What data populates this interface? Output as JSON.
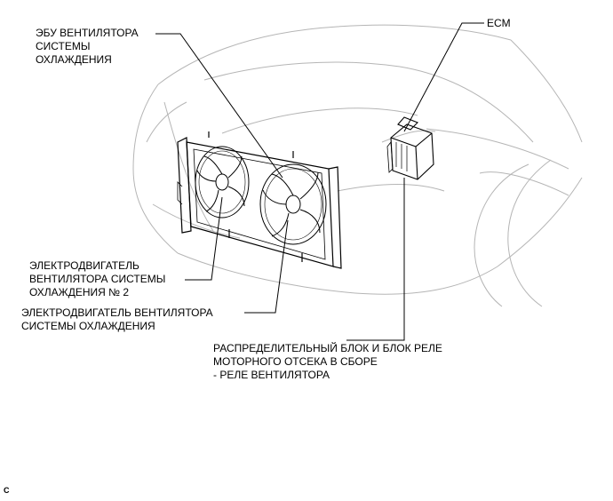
{
  "labels": {
    "fan_ecu": [
      "ЭБУ ВЕНТИЛЯТОРА",
      "СИСТЕМЫ",
      "ОХЛАЖДЕНИЯ"
    ],
    "ecm": "ECM",
    "fan_motor_2": [
      "ЭЛЕКТРОДВИГАТЕЛЬ",
      "ВЕНТИЛЯТОРА СИСТЕМЫ",
      "ОХЛАЖДЕНИЯ № 2"
    ],
    "fan_motor": [
      "ЭЛЕКТРОДВИГАТЕЛЬ ВЕНТИЛЯТОРА",
      "СИСТЕМЫ ОХЛАЖДЕНИЯ"
    ],
    "relay_block": [
      "РАСПРЕДЕЛИТЕЛЬНЫЙ БЛОК И БЛОК РЕЛЕ",
      "МОТОРНОГО ОТСЕКА В СБОРЕ",
      "- РЕЛЕ ВЕНТИЛЯТОРА"
    ],
    "corner_mark": "C"
  }
}
